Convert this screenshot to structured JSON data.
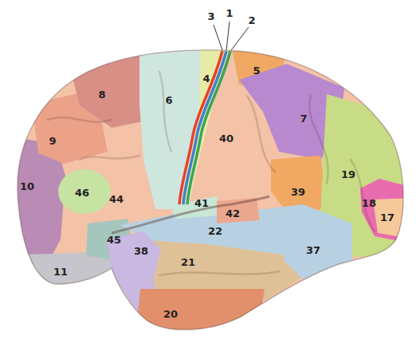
{
  "diagram": {
    "labels": [
      "3",
      "1",
      "2",
      "4",
      "5",
      "8",
      "6",
      "7",
      "40",
      "9",
      "10",
      "46",
      "44",
      "41",
      "42",
      "39",
      "19",
      "18",
      "17",
      "45",
      "22",
      "38",
      "21",
      "37",
      "11",
      "20"
    ]
  }
}
